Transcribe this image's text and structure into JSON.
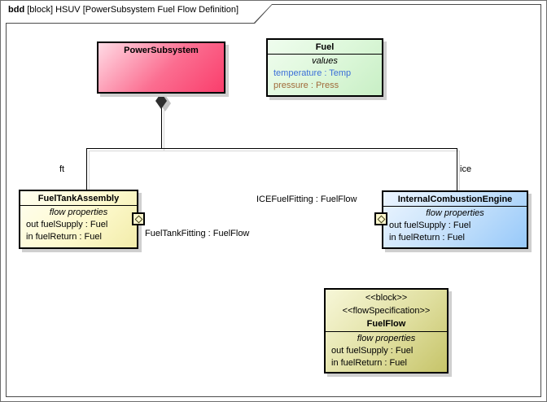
{
  "diagram": {
    "frame_keyword": "bdd",
    "frame_title": " [block] HSUV [PowerSubsystem Fuel Flow Definition]"
  },
  "blocks": {
    "power_subsystem": {
      "name": "PowerSubsystem"
    },
    "fuel": {
      "name": "Fuel",
      "compartment_label": "values",
      "value_1": "temperature : Temp",
      "value_2": "pressure : Press"
    },
    "fuel_tank_assembly": {
      "name": "FuelTankAssembly",
      "compartment_label": "flow properties",
      "flow_1": "out fuelSupply : Fuel",
      "flow_2": "in fuelReturn : Fuel"
    },
    "internal_combustion_engine": {
      "name": "InternalCombustionEngine",
      "compartment_label": "flow properties",
      "flow_1": "out fuelSupply : Fuel",
      "flow_2": "in fuelReturn : Fuel"
    },
    "fuel_flow": {
      "stereotype_1": "<<block>>",
      "stereotype_2": "<<flowSpecification>>",
      "name": "FuelFlow",
      "compartment_label": "flow properties",
      "flow_1": "out fuelSupply : Fuel",
      "flow_2": "in fuelReturn : Fuel"
    }
  },
  "labels": {
    "ft_role": "ft",
    "ice_role": "ice",
    "fuel_tank_fitting": "FuelTankFitting : FuelFlow",
    "ice_fuel_fitting": "ICEFuelFitting : FuelFlow"
  },
  "colors": {
    "value_temperature_text": "#3b6fd8",
    "value_pressure_text": "#a06a3a",
    "power_subsystem_fill_start": "#ffdbe5",
    "power_subsystem_fill_end": "#f93e6c",
    "fuel_fill_start": "#effdee",
    "fuel_fill_end": "#c8efc5",
    "fuel_tank_fill_start": "#fffef0",
    "fuel_tank_fill_end": "#f2ecaa",
    "engine_fill_start": "#ecf5fe",
    "engine_fill_end": "#97c9f9",
    "fuel_flow_fill_start": "#f7f7d8",
    "fuel_flow_fill_end": "#c6c469"
  }
}
